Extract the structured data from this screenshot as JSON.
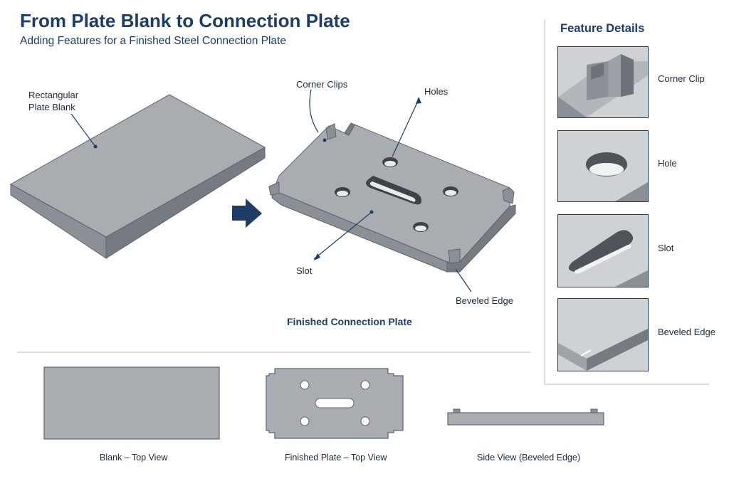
{
  "header": {
    "title": "From Plate Blank to Connection Plate",
    "subtitle": "Adding Features for a Finished Steel Connection Plate"
  },
  "main_diagram": {
    "blank_label": "Rectangular\nPlate Blank",
    "corner_clips_label": "Corner Clips",
    "holes_label": "Holes",
    "slot_label": "Slot",
    "beveled_edge_label": "Beveled Edge",
    "finished_title": "Finished Connection Plate"
  },
  "feature_details": {
    "title": "Feature Details",
    "items": [
      {
        "label": "Corner Clip",
        "icon": "corner-clip-detail"
      },
      {
        "label": "Hole",
        "icon": "hole-detail"
      },
      {
        "label": "Slot",
        "icon": "slot-detail"
      },
      {
        "label": "Beveled Edge",
        "icon": "beveled-edge-detail"
      }
    ]
  },
  "views": {
    "blank_top": "Blank – Top View",
    "finished_top": "Finished Plate – Top View",
    "side": "Side View (Beveled Edge)"
  },
  "colors": {
    "accent": "#1d3d66",
    "plate_top": "#a9adb2",
    "plate_side": "#7d8288",
    "plate_dark": "#5f646a"
  }
}
